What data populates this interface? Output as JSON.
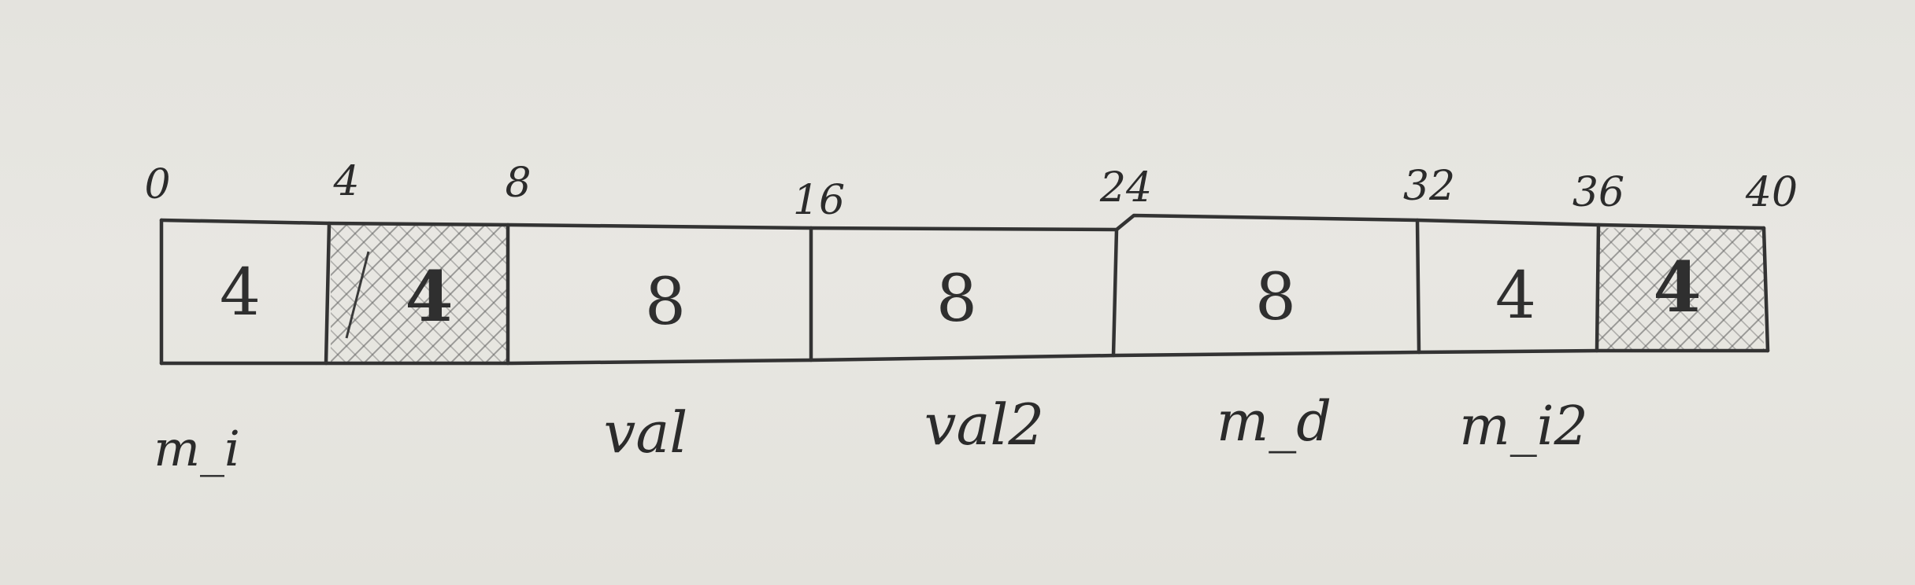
{
  "diagram": {
    "offsets": [
      "0",
      "4",
      "8",
      "16",
      "24",
      "32",
      "36",
      "40"
    ],
    "cells": [
      {
        "size": "4",
        "padding": false
      },
      {
        "size": "4",
        "padding": true
      },
      {
        "size": "8",
        "padding": false
      },
      {
        "size": "8",
        "padding": false
      },
      {
        "size": "8",
        "padding": false
      },
      {
        "size": "4",
        "padding": false
      },
      {
        "size": "4",
        "padding": true
      }
    ],
    "member_labels": [
      "m_i",
      "val",
      "val2",
      "m_d",
      "m_i2"
    ]
  },
  "colors": {
    "paper": "#e6e5e0",
    "pencil": "#2e2e2e",
    "hatch": "#555555"
  }
}
